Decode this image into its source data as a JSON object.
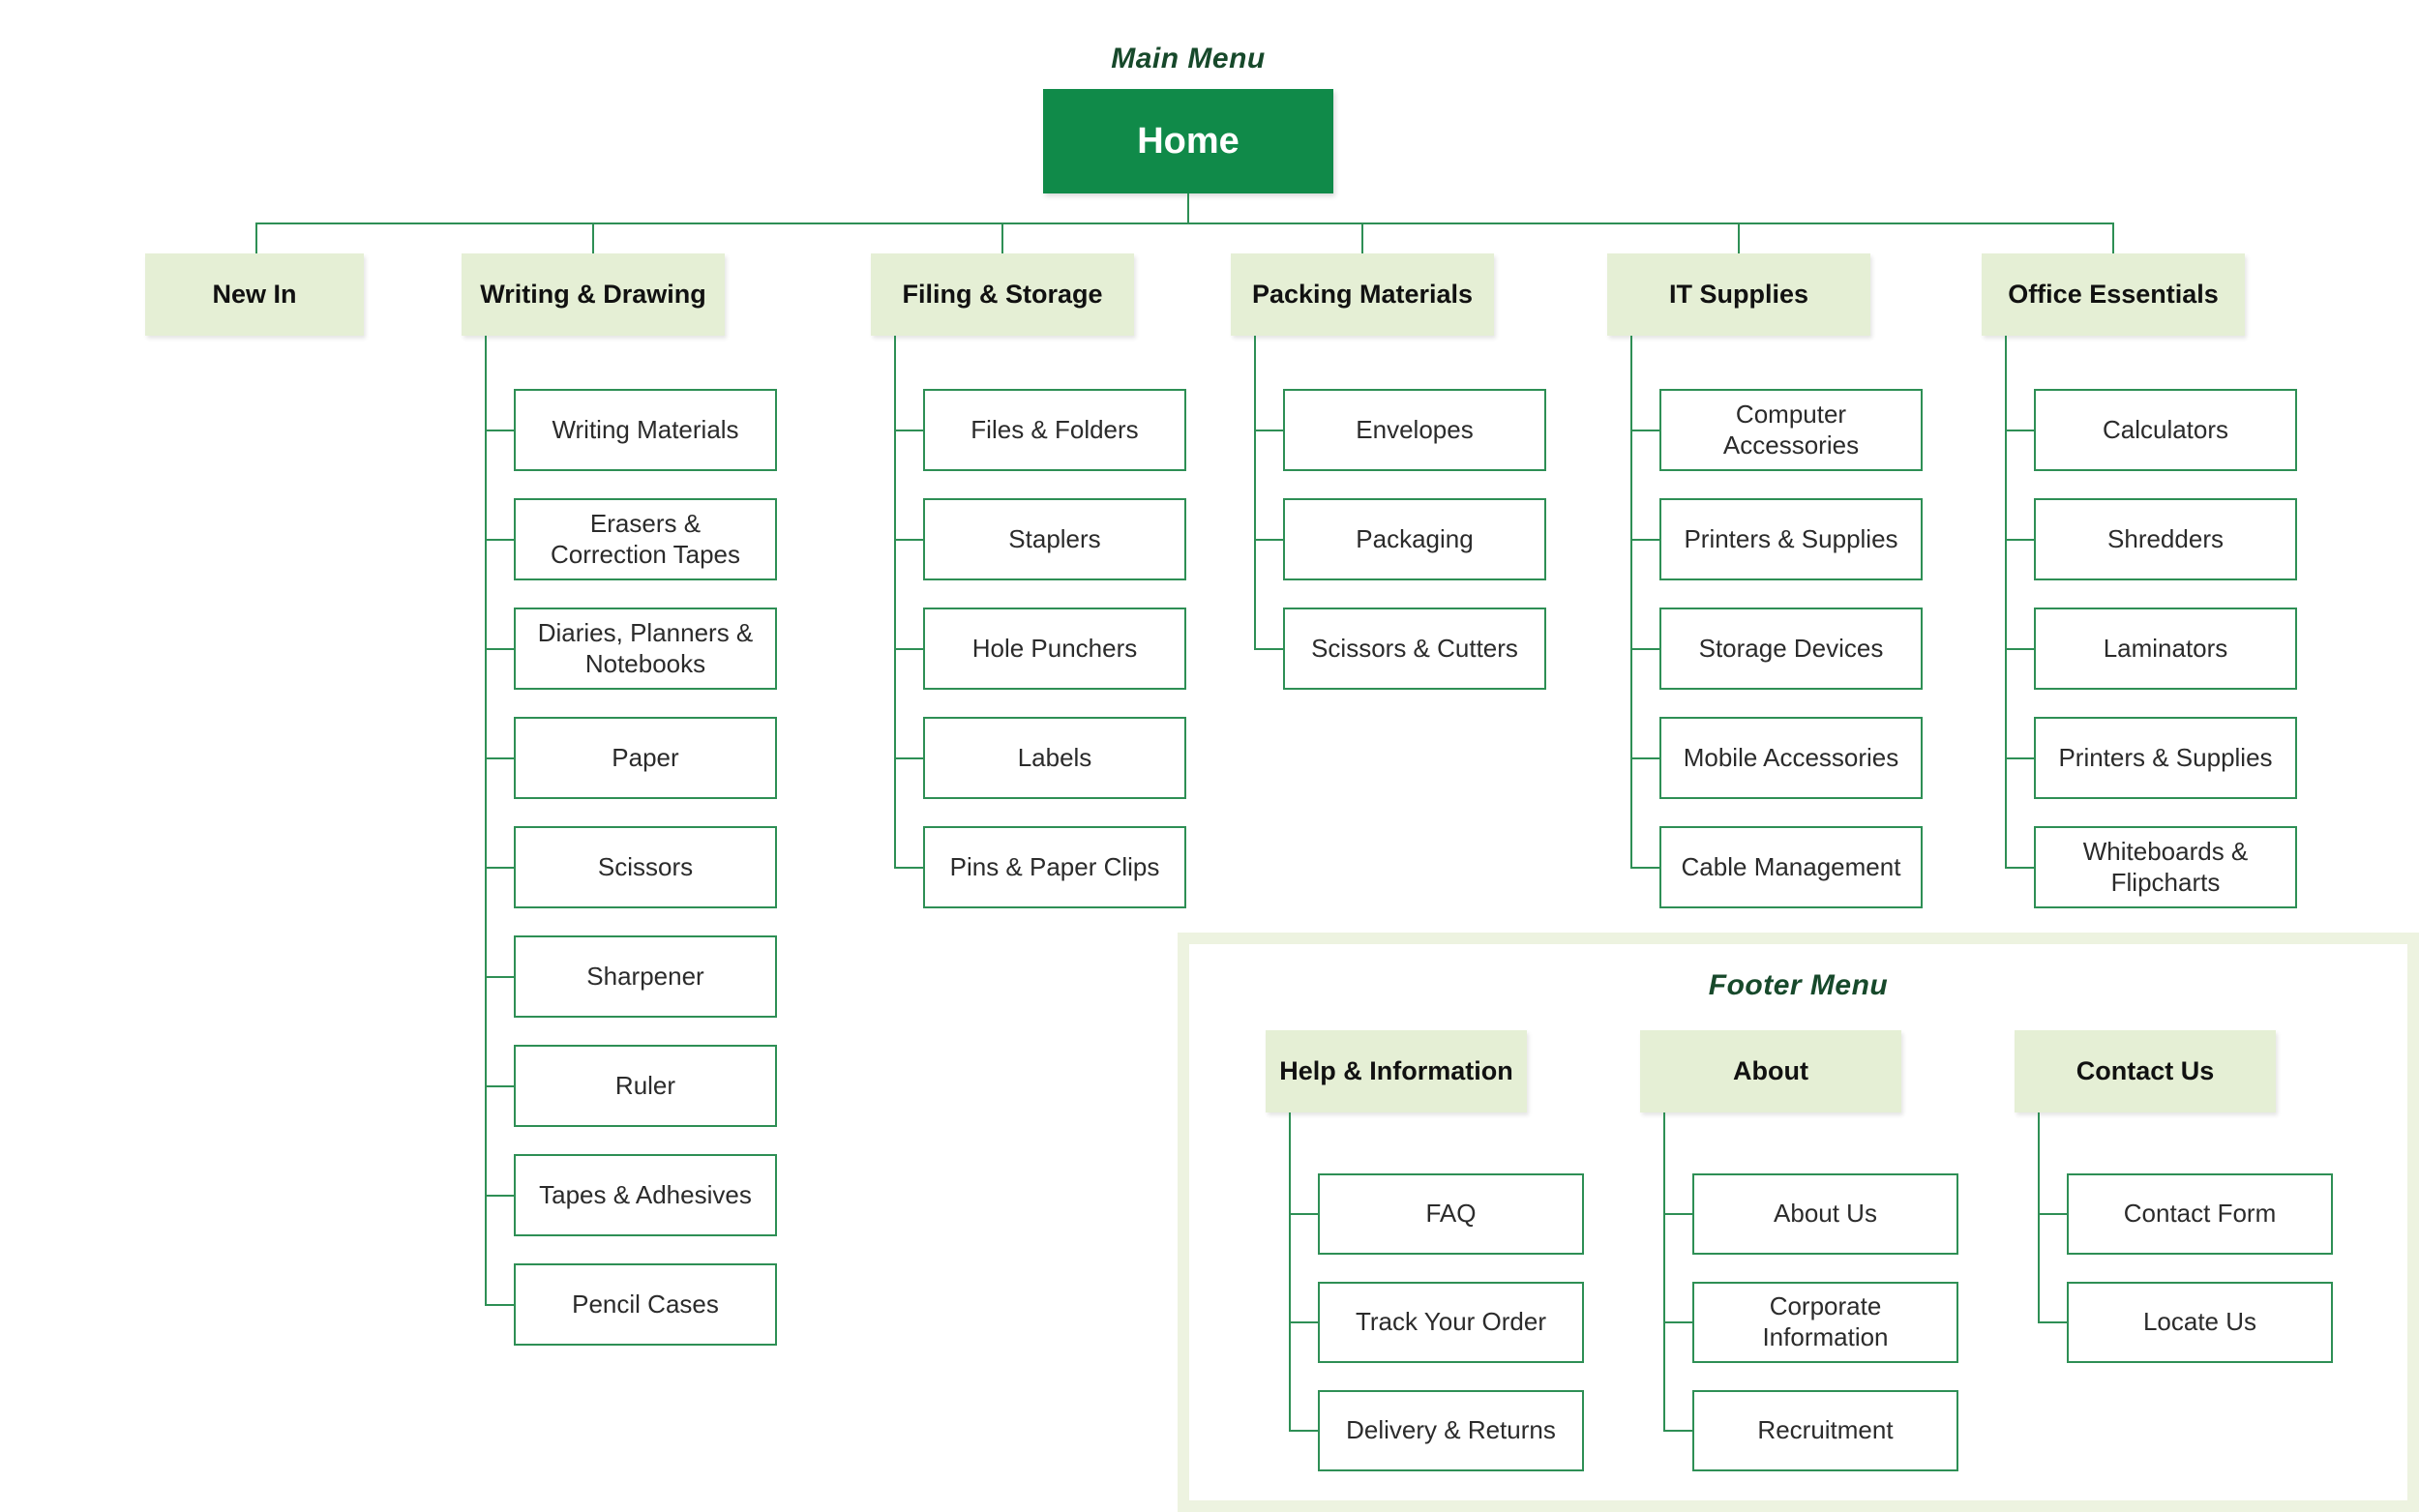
{
  "colors": {
    "brand_green": "#108a49",
    "title_dark_green": "#17492b",
    "header_light_green": "#e5efd5",
    "connector_green": "#2e8f55",
    "footer_panel_border": "#edf3e0"
  },
  "main_menu": {
    "title": "Main Menu",
    "root": {
      "label": "Home"
    },
    "categories": [
      {
        "label": "New In",
        "children": []
      },
      {
        "label": "Writing & Drawing",
        "children": [
          "Writing Materials",
          "Erasers & Correction Tapes",
          "Diaries, Planners & Notebooks",
          "Paper",
          "Scissors",
          "Sharpener",
          "Ruler",
          "Tapes & Adhesives",
          "Pencil Cases"
        ]
      },
      {
        "label": "Filing & Storage",
        "children": [
          "Files & Folders",
          "Staplers",
          "Hole Punchers",
          "Labels",
          "Pins & Paper Clips"
        ]
      },
      {
        "label": "Packing Materials",
        "children": [
          "Envelopes",
          "Packaging",
          "Scissors & Cutters"
        ]
      },
      {
        "label": "IT Supplies",
        "children": [
          "Computer Accessories",
          "Printers & Supplies",
          "Storage Devices",
          "Mobile Accessories",
          "Cable Management"
        ]
      },
      {
        "label": "Office Essentials",
        "children": [
          "Calculators",
          "Shredders",
          "Laminators",
          "Printers & Supplies",
          "Whiteboards & Flipcharts"
        ]
      }
    ]
  },
  "footer_menu": {
    "title": "Footer Menu",
    "categories": [
      {
        "label": "Help & Information",
        "children": [
          "FAQ",
          "Track Your Order",
          "Delivery & Returns"
        ]
      },
      {
        "label": "About",
        "children": [
          "About Us",
          "Corporate Information",
          "Recruitment"
        ]
      },
      {
        "label": "Contact Us",
        "children": [
          "Contact Form",
          "Locate Us"
        ]
      }
    ]
  }
}
